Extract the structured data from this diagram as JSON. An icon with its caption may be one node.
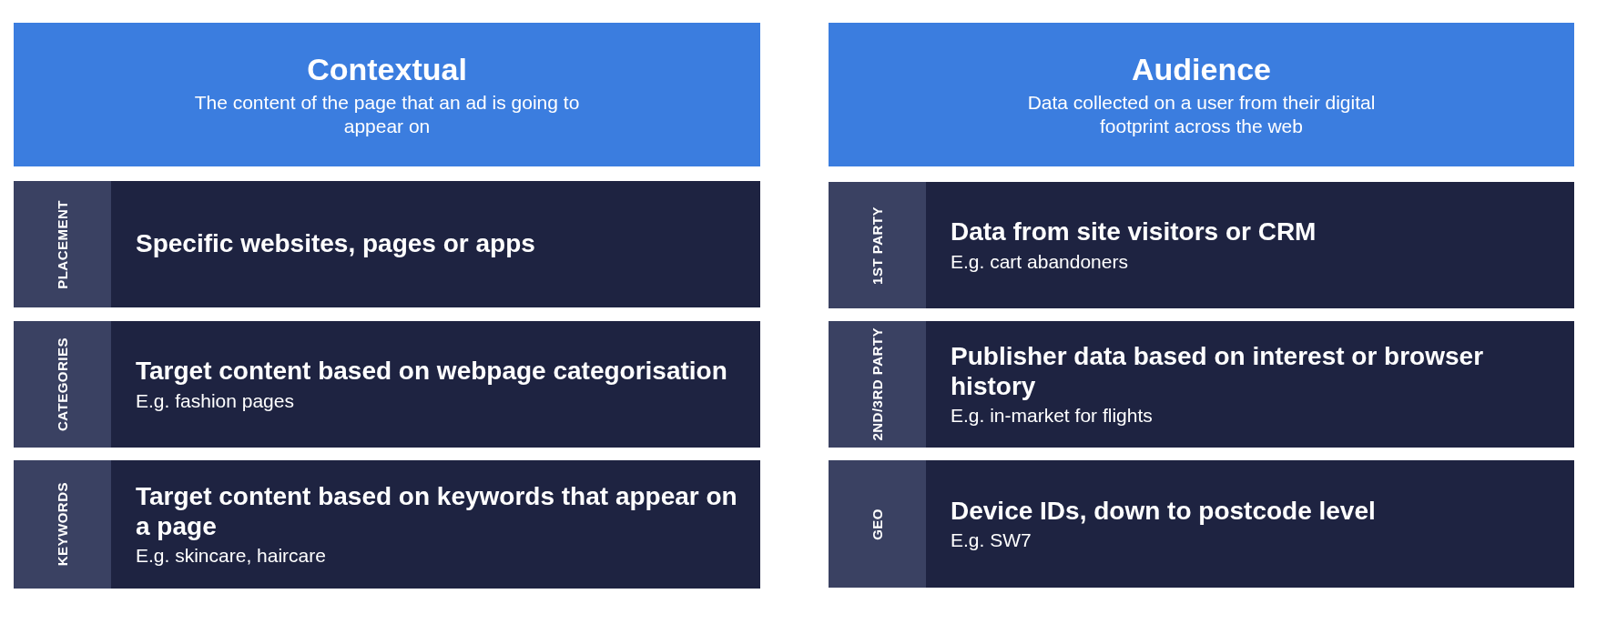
{
  "diagram": {
    "nodes": [
      {
        "text": [
          "Contextual",
          "The content of the page that an ad is going to appear on"
        ]
      },
      {
        "text": [
          "Specific websites, pages or apps"
        ]
      },
      {
        "text": [
          "PLACEMENT"
        ],
        "in": 1
      },
      {
        "text": [
          "Target content based on webpage categorisation",
          "E.g. fashion pages"
        ]
      },
      {
        "text": [
          "CATEGORIES"
        ],
        "in": 3
      },
      {
        "text": [
          "Target content based on keywords that appear on a page",
          "E.g. skincare, haircare"
        ]
      },
      {
        "text": [
          "KEYWORDS"
        ],
        "in": 5
      },
      {
        "text": [
          "Audience",
          "Data collected on a user from their digital footprint across the web"
        ]
      },
      {
        "text": [
          "Data from site visitors or CRM",
          "E.g. cart abandoners"
        ]
      },
      {
        "text": [
          "1ST PARTY"
        ],
        "in": 8
      },
      {
        "text": [
          "Publisher data based on interest or browser history",
          "E.g. in-market for flights"
        ]
      },
      {
        "text": [
          "2ND/3RD PARTY"
        ],
        "in": 10
      },
      {
        "text": [
          "Device IDs, down to postcode level",
          "E.g. SW7"
        ]
      },
      {
        "text": [
          "GEO"
        ],
        "in": 12
      }
    ]
  }
}
